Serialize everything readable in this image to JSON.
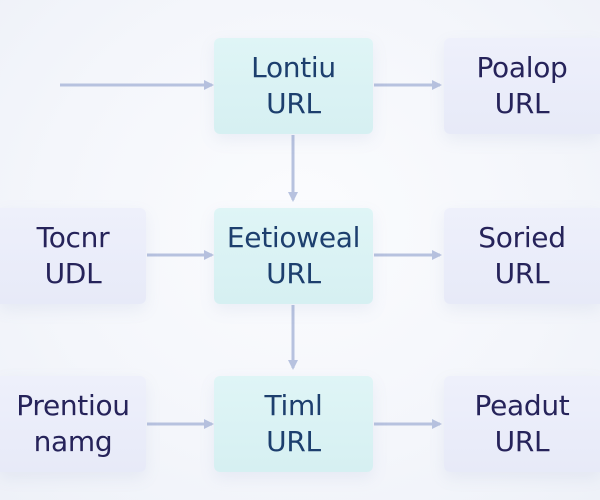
{
  "colors": {
    "center_box": "#dff5f6",
    "side_box": "#eef0fb",
    "arrow": "#b7c2df",
    "center_text": "#1d3f6e",
    "side_text": "#26235a"
  },
  "nodes": {
    "center_top": {
      "line1": "Lontiu",
      "line2": "URL"
    },
    "right_top": {
      "line1": "Poalop",
      "line2": "URL"
    },
    "left_middle": {
      "line1": "Tocnr",
      "line2": "UDL"
    },
    "center_middle": {
      "line1": "Eetioweal",
      "line2": "URL"
    },
    "right_middle": {
      "line1": "Soried",
      "line2": "URL"
    },
    "left_bottom": {
      "line1": "Prentiou",
      "line2": "namg"
    },
    "center_bottom": {
      "line1": "Timl",
      "line2": "URL"
    },
    "right_bottom": {
      "line1": "Peadut",
      "line2": "URL"
    }
  }
}
